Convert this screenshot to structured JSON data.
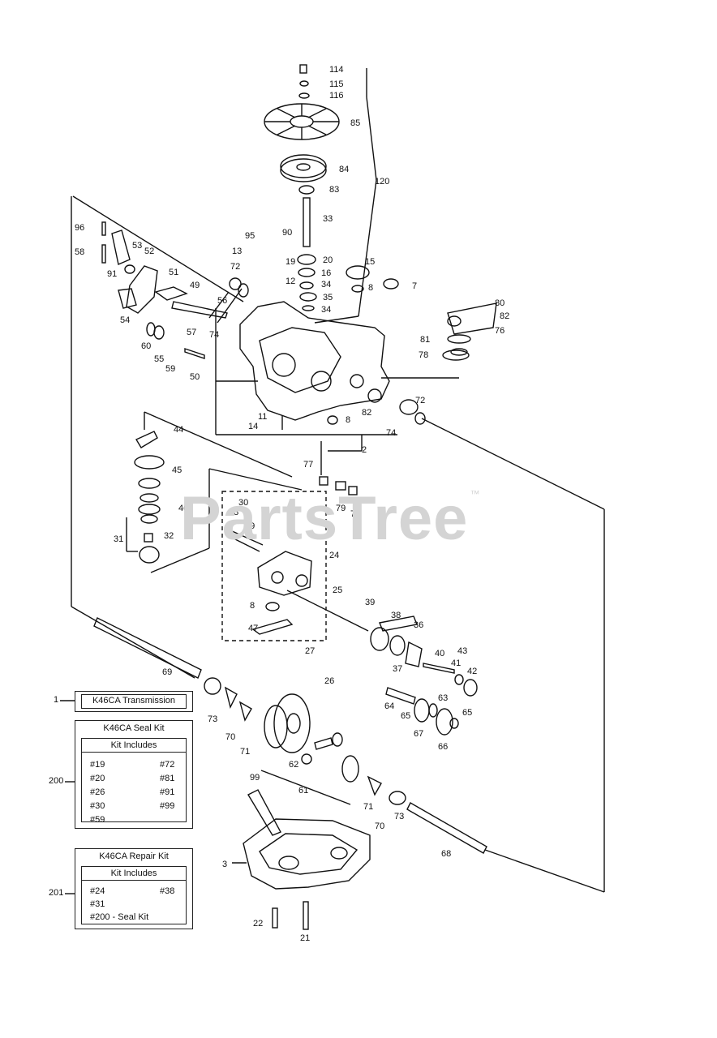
{
  "watermark": {
    "text": "PartsTree",
    "tm": "™"
  },
  "part_labels": [
    "114",
    "115",
    "116",
    "85",
    "84",
    "83",
    "120",
    "33",
    "95",
    "90",
    "13",
    "20",
    "19",
    "15",
    "16",
    "12",
    "34",
    "8",
    "7",
    "72",
    "35",
    "34",
    "52",
    "53",
    "96",
    "58",
    "91",
    "51",
    "49",
    "56",
    "54",
    "57",
    "74",
    "80",
    "82",
    "76",
    "81",
    "78",
    "60",
    "55",
    "59",
    "50",
    "11",
    "82",
    "8",
    "72",
    "14",
    "74",
    "2",
    "44",
    "45",
    "77",
    "79",
    "75",
    "46",
    "31",
    "32",
    "30",
    "28",
    "29",
    "24",
    "25",
    "8",
    "47",
    "39",
    "38",
    "36",
    "40",
    "43",
    "41",
    "42",
    "37",
    "27",
    "26",
    "69",
    "64",
    "65",
    "63",
    "67",
    "65",
    "66",
    "73",
    "70",
    "71",
    "62",
    "61",
    "99",
    "71",
    "70",
    "73",
    "68",
    "3",
    "22",
    "21"
  ],
  "boxes": {
    "transmission": {
      "callout": "1",
      "title": "K46CA Transmission"
    },
    "seal_kit": {
      "callout": "200",
      "title": "K46CA Seal Kit",
      "subtitle": "Kit Includes",
      "col1": [
        "#19",
        "#20",
        "#26",
        "#30",
        "#59"
      ],
      "col2": [
        "#72",
        "#81",
        "#91",
        "#99"
      ]
    },
    "repair_kit": {
      "callout": "201",
      "title": "K46CA Repair Kit",
      "subtitle": "Kit Includes",
      "rows": [
        "#24",
        "#31",
        "#200 - Seal Kit"
      ],
      "col2": [
        "#38"
      ]
    }
  }
}
